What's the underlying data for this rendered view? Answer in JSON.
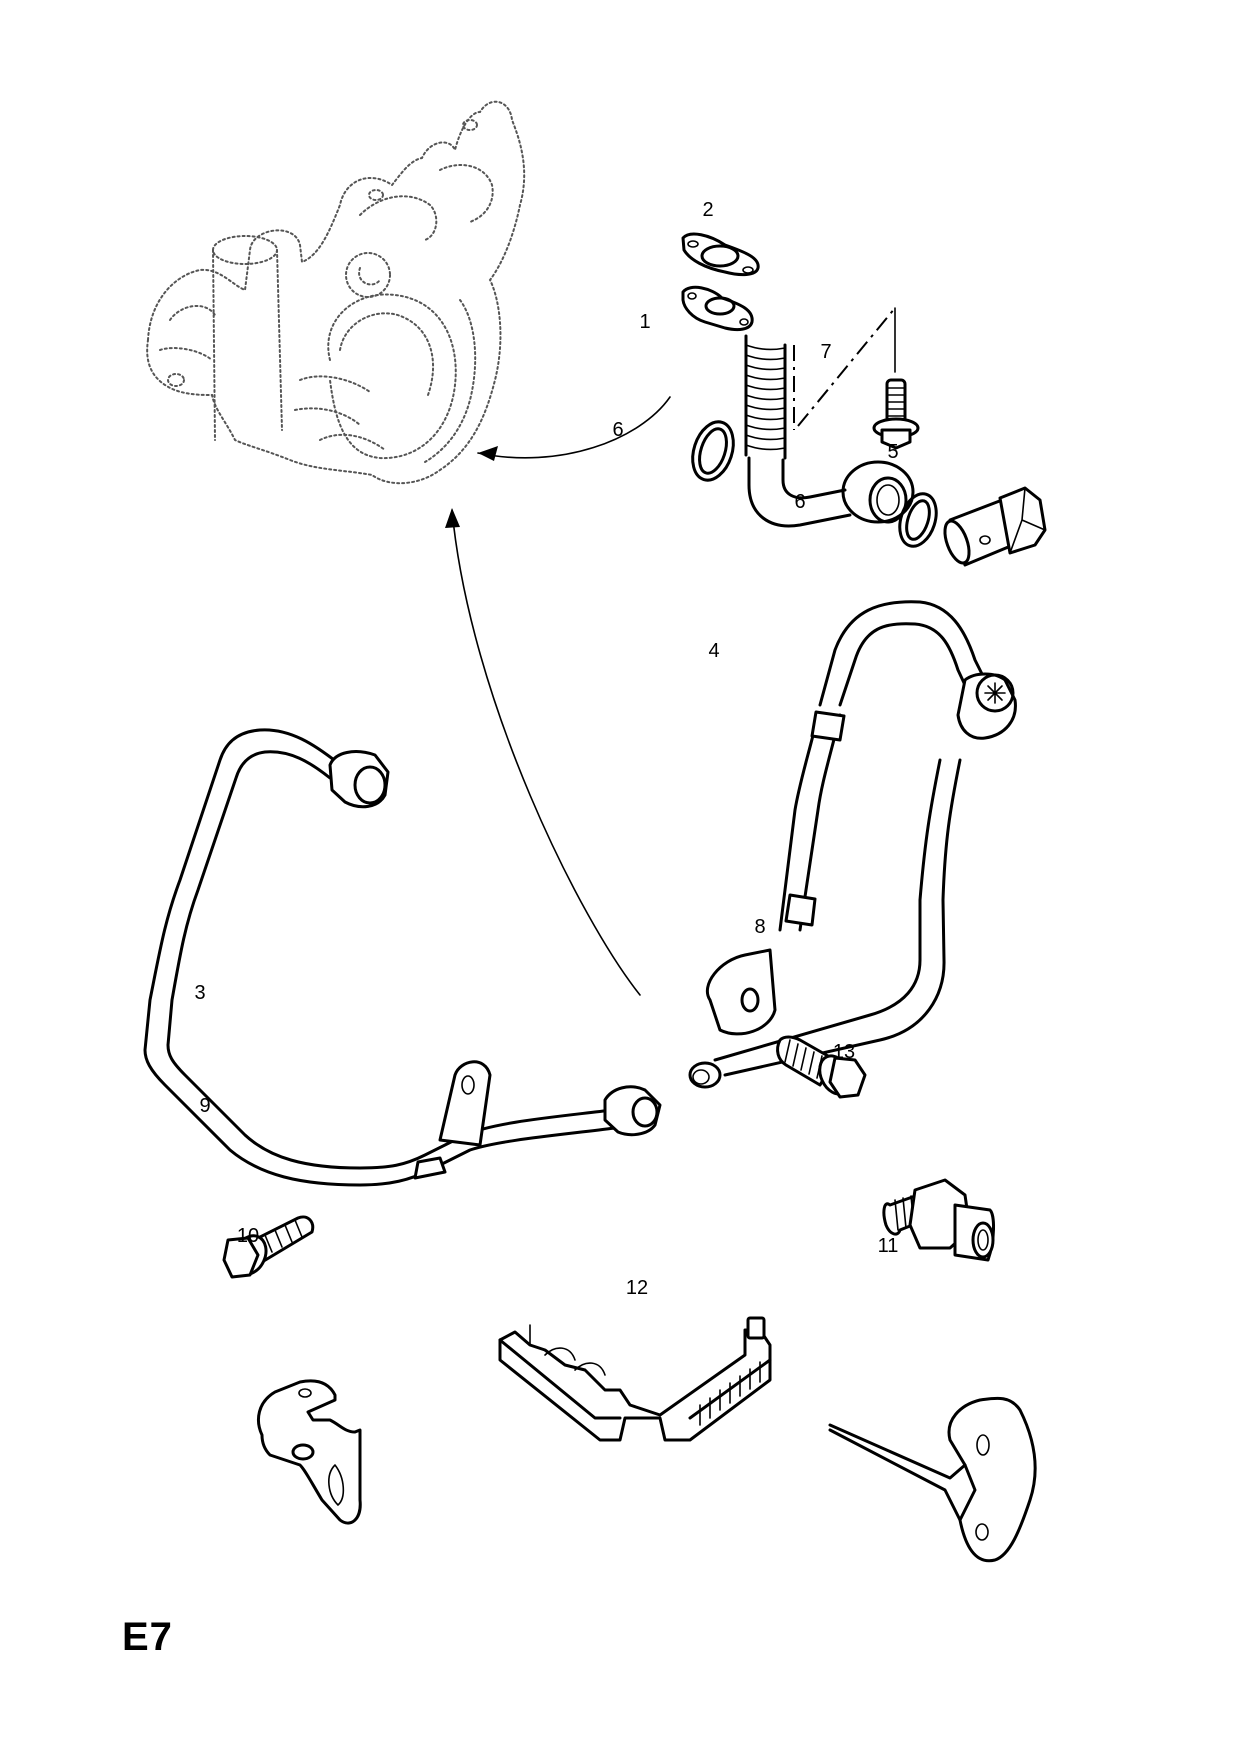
{
  "diagram": {
    "title": "Turbocharger oil feed and return pipes exploded parts view",
    "page_code": "E7",
    "reference_assembly": "turbocharger (shown dotted)",
    "callouts": [
      {
        "id": "c1",
        "label": "1",
        "part": "oil return pipe with flange (corrugated section)"
      },
      {
        "id": "c2",
        "label": "2",
        "part": "flange gasket"
      },
      {
        "id": "c3",
        "label": "3",
        "part": "oil pipe with union nuts and bracket tab"
      },
      {
        "id": "c4",
        "label": "4",
        "part": "oil pipe with banjo and bracket plate"
      },
      {
        "id": "c5",
        "label": "5",
        "part": "banjo bolt"
      },
      {
        "id": "c6a",
        "label": "6",
        "part": "sealing ring"
      },
      {
        "id": "c6b",
        "label": "6",
        "part": "sealing ring"
      },
      {
        "id": "c7",
        "label": "7",
        "part": "flange bolt"
      },
      {
        "id": "c8",
        "label": "8",
        "part": "flange bolt"
      },
      {
        "id": "c9",
        "label": "9",
        "part": "flange bolt"
      },
      {
        "id": "c10",
        "label": "10",
        "part": "bracket"
      },
      {
        "id": "c11",
        "label": "11",
        "part": "bracket"
      },
      {
        "id": "c12",
        "label": "12",
        "part": "pipe clip"
      },
      {
        "id": "c13",
        "label": "13",
        "part": "adapter union"
      }
    ]
  }
}
